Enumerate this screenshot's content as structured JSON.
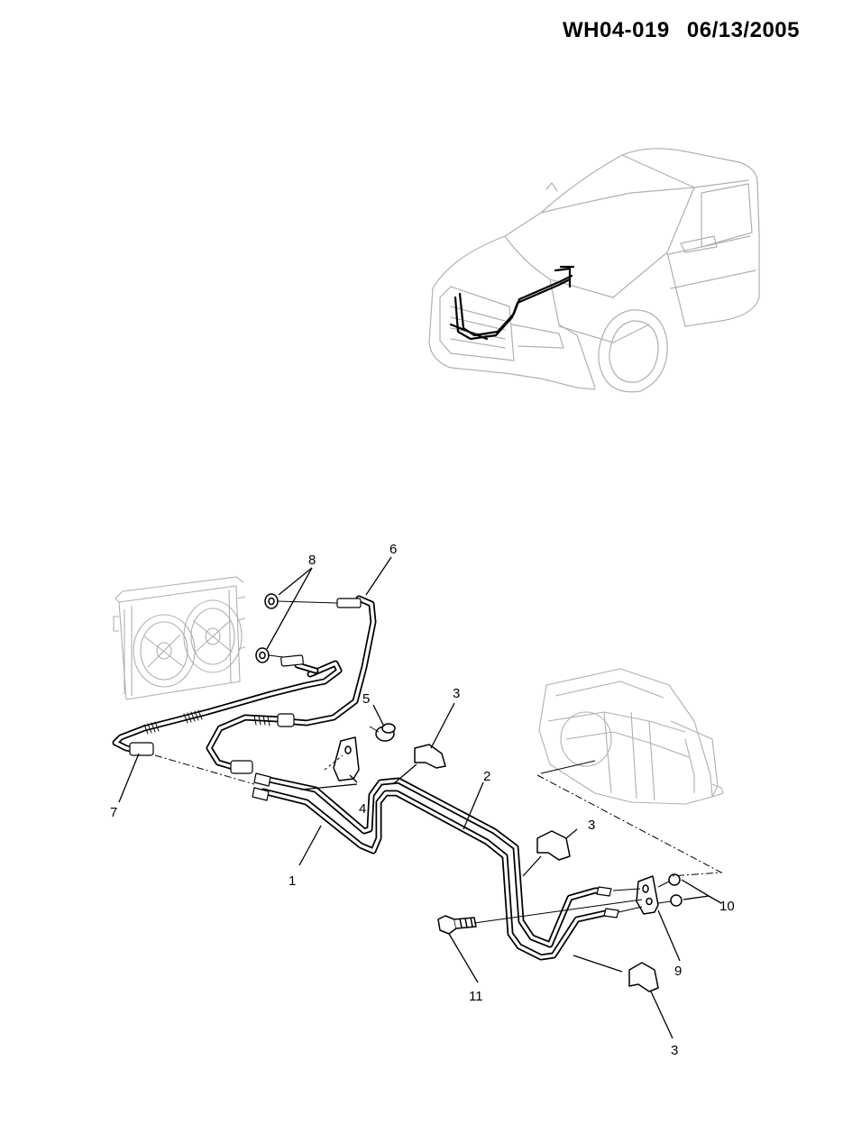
{
  "header": {
    "doc_id": "WH04-019",
    "date": "06/13/2005"
  },
  "callouts": [
    {
      "id": "c1",
      "label": "1"
    },
    {
      "id": "c2",
      "label": "2"
    },
    {
      "id": "c3a",
      "label": "3"
    },
    {
      "id": "c3b",
      "label": "3"
    },
    {
      "id": "c3c",
      "label": "3"
    },
    {
      "id": "c4",
      "label": "4"
    },
    {
      "id": "c5",
      "label": "5"
    },
    {
      "id": "c6",
      "label": "6"
    },
    {
      "id": "c7",
      "label": "7"
    },
    {
      "id": "c8",
      "label": "8"
    },
    {
      "id": "c9",
      "label": "9"
    },
    {
      "id": "c10",
      "label": "10"
    },
    {
      "id": "c11",
      "label": "11"
    }
  ],
  "colors": {
    "line": "#000000",
    "ghost": "#b0b0b0",
    "background": "#ffffff"
  }
}
